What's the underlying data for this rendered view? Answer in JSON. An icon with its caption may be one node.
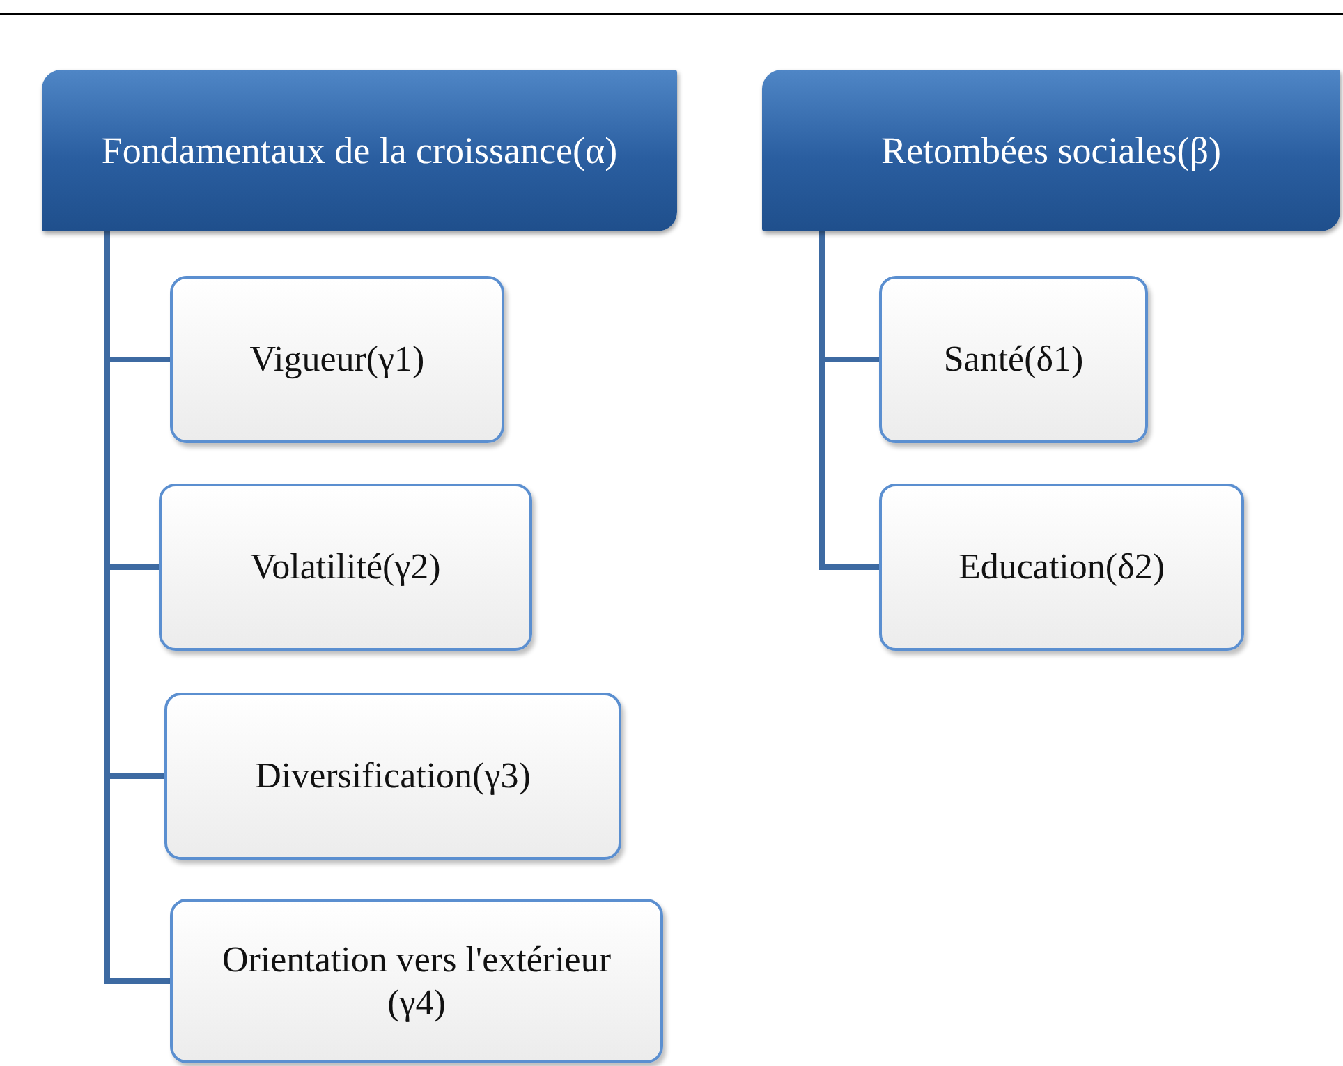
{
  "diagram": {
    "nodes": [
      {
        "text": [
          "Fondamentaux de la croissance(α)"
        ]
      },
      {
        "text": [
          "Vigueur(γ1)"
        ]
      },
      {
        "text": [
          "Volatilité(γ2)"
        ]
      },
      {
        "text": [
          "Diversification(γ3)"
        ]
      },
      {
        "text": [
          "Orientation vers l'extérieur (γ4)"
        ]
      },
      {
        "text": [
          "Retombées sociales(β)"
        ]
      },
      {
        "text": [
          "Santé(δ1)"
        ]
      },
      {
        "text": [
          "Education(δ2)"
        ]
      }
    ],
    "edges": [
      {
        "from": 0,
        "to": 1,
        "arrow": "none"
      },
      {
        "from": 0,
        "to": 2,
        "arrow": "none"
      },
      {
        "from": 0,
        "to": 3,
        "arrow": "none"
      },
      {
        "from": 0,
        "to": 4,
        "arrow": "none"
      },
      {
        "from": 5,
        "to": 6,
        "arrow": "none"
      },
      {
        "from": 5,
        "to": 7,
        "arrow": "none"
      }
    ]
  }
}
